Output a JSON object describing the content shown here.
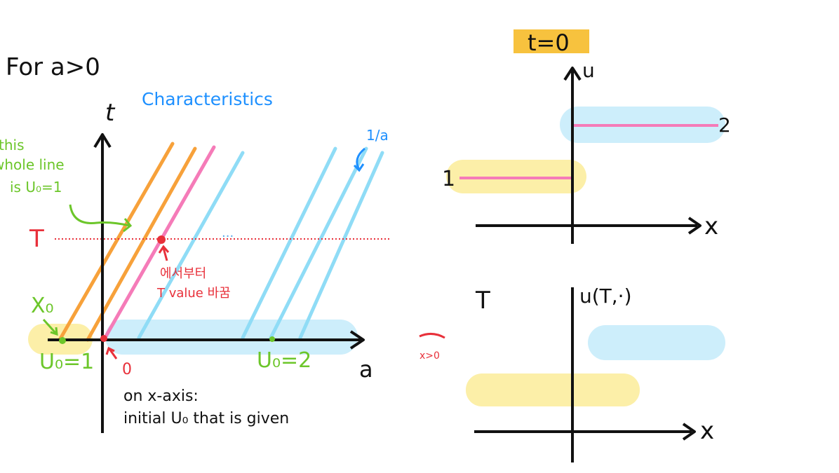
{
  "title": "For a>0",
  "characteristics_label": "Characteristics",
  "slope_label": "1/a",
  "left_plot": {
    "t_axis_label": "t",
    "a_axis_label": "a",
    "T_label": "T",
    "x0_label": "X₀",
    "origin_label": "0",
    "u0_left_label": "U₀=1",
    "u0_right_label": "U₀=2",
    "whole_line_note": [
      "this",
      "whole line",
      "is U₀=1"
    ],
    "ellipsis": "...",
    "korean_note": [
      "에서부터",
      "T value 바꿈"
    ],
    "xaxis_note": [
      "on x-axis:",
      "initial U₀ that is given"
    ],
    "x0_note": "x>0"
  },
  "right_top": {
    "time_label": "t=0",
    "y_label": "u",
    "x_label": "x",
    "val_left": "1",
    "val_right": "2"
  },
  "right_bottom": {
    "T_label": "T",
    "y_label": "u(T,·)",
    "x_label": "x"
  },
  "colors": {
    "ink": "#111111",
    "blue_text": "#1e90ff",
    "light_blue": "#8fdcf6",
    "blue_band": "#cdeefb",
    "yellow_band": "#fcefa8",
    "orange": "#f7a13a",
    "pink": "#f57bb8",
    "red": "#e8303a",
    "green": "#6cc62a",
    "t0_highlight": "#f7c23e"
  }
}
